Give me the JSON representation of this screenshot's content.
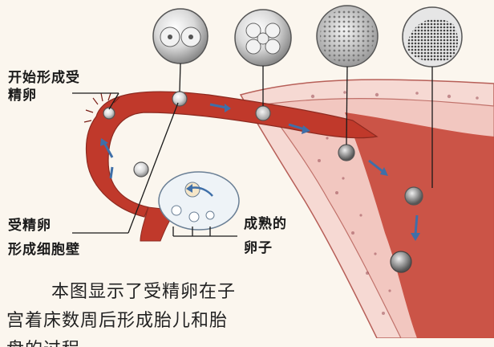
{
  "labels": {
    "fertilization_line1": "开始形成受",
    "fertilization_line2": "精卵",
    "zygote_line1": "受精卵",
    "zygote_line2": "形成细胞壁",
    "mature_egg_line1": "成熟的",
    "mature_egg_line2": "卵子"
  },
  "caption": {
    "line1": "本图显示了受精卵在子",
    "line2": "宫着床数周后形成胎儿和胎",
    "line3": "盘的过程"
  },
  "colors": {
    "background": "#fbf6ee",
    "tube_fill": "#c0392b",
    "uterus_lining": "#f2c7c0",
    "arrow": "#3f6fa8"
  }
}
